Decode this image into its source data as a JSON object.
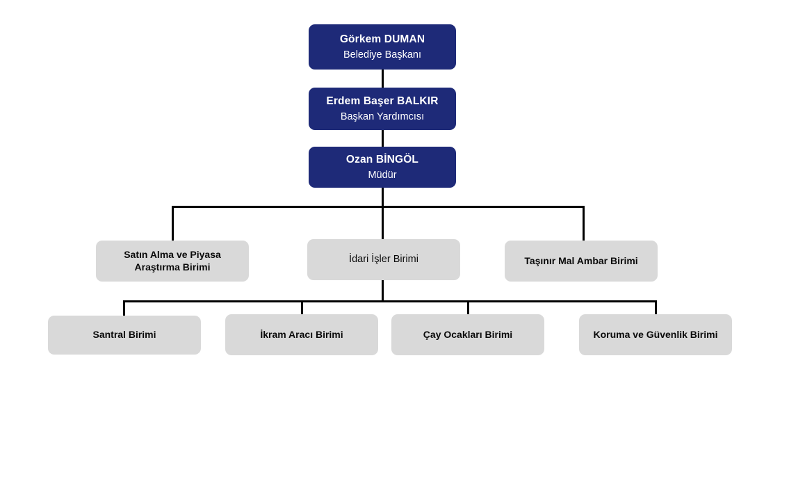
{
  "chart_data": {
    "type": "diagram",
    "subtype": "organizational-chart",
    "title": "",
    "orientation": "top-down",
    "colors": {
      "executive_box": "#1e2a78",
      "executive_text": "#ffffff",
      "unit_box": "#d9d9d9",
      "unit_text": "#0a0a0a",
      "connector": "#000000",
      "background": "#ffffff"
    },
    "levels": [
      {
        "level": 1,
        "nodes": [
          {
            "id": "gorkem-duman",
            "name": "Görkem DUMAN",
            "title": "Belediye Başkanı",
            "style": "executive"
          }
        ]
      },
      {
        "level": 2,
        "nodes": [
          {
            "id": "erdem-baser-balkir",
            "name": "Erdem Başer BALKIR",
            "title": "Başkan Yardımcısı",
            "style": "executive"
          }
        ]
      },
      {
        "level": 3,
        "nodes": [
          {
            "id": "ozan-bingol",
            "name": "Ozan BİNGÖL",
            "title": "Müdür",
            "style": "executive"
          }
        ]
      },
      {
        "level": 4,
        "nodes": [
          {
            "id": "satin-alma",
            "label": "Satın Alma ve Piyasa\nAraştırma Birimi",
            "label_line1": "Satın Alma ve Piyasa",
            "label_line2": "Araştırma Birimi",
            "style": "unit"
          },
          {
            "id": "idari-isler",
            "label": "İdari İşler Birimi",
            "style": "unit",
            "weight": "regular"
          },
          {
            "id": "tasinir-mal-ambar",
            "label": "Taşınır Mal Ambar Birimi",
            "style": "unit"
          }
        ]
      },
      {
        "level": 5,
        "parent": "idari-isler",
        "nodes": [
          {
            "id": "santral",
            "label": "Santral Birimi",
            "style": "unit"
          },
          {
            "id": "ikram-araci",
            "label": "İkram Aracı Birimi",
            "style": "unit"
          },
          {
            "id": "cay-ocaklari",
            "label": "Çay Ocakları Birimi",
            "style": "unit"
          },
          {
            "id": "koruma-guvenlik",
            "label": "Koruma ve Güvenlik Birimi",
            "style": "unit"
          }
        ]
      }
    ],
    "edges": [
      {
        "from": "gorkem-duman",
        "to": "erdem-baser-balkir"
      },
      {
        "from": "erdem-baser-balkir",
        "to": "ozan-bingol"
      },
      {
        "from": "ozan-bingol",
        "to": "satin-alma"
      },
      {
        "from": "ozan-bingol",
        "to": "idari-isler"
      },
      {
        "from": "ozan-bingol",
        "to": "tasinir-mal-ambar"
      },
      {
        "from": "idari-isler",
        "to": "santral"
      },
      {
        "from": "idari-isler",
        "to": "ikram-araci"
      },
      {
        "from": "idari-isler",
        "to": "cay-ocaklari"
      },
      {
        "from": "idari-isler",
        "to": "koruma-guvenlik"
      }
    ]
  },
  "nodes": {
    "baskan": {
      "name": "Görkem DUMAN",
      "title": "Belediye Başkanı"
    },
    "baskan_yardimcisi": {
      "name": "Erdem Başer BALKIR",
      "title": "Başkan Yardımcısı"
    },
    "mudur": {
      "name": "Ozan BİNGÖL",
      "title": "Müdür"
    },
    "satin_alma": {
      "line1": "Satın Alma ve Piyasa",
      "line2": "Araştırma Birimi"
    },
    "idari_isler": {
      "label": "İdari İşler Birimi"
    },
    "tasinir_mal": {
      "label": "Taşınır Mal Ambar Birimi"
    },
    "santral": {
      "label": "Santral Birimi"
    },
    "ikram_araci": {
      "label": "İkram Aracı Birimi"
    },
    "cay_ocaklari": {
      "label": "Çay Ocakları Birimi"
    },
    "koruma_guvenlik": {
      "label": "Koruma ve Güvenlik Birimi"
    }
  }
}
